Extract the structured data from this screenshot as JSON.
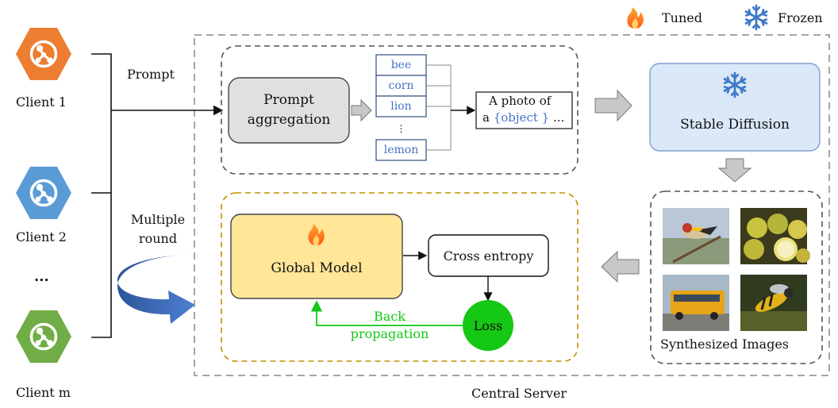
{
  "legend": {
    "tuned_label": "Tuned",
    "frozen_label": "Frozen"
  },
  "clients": [
    {
      "label": "Client 1",
      "color": "#ed7d31"
    },
    {
      "label": "Client 2",
      "color": "#5b9bd5"
    },
    {
      "label": "Client m",
      "color": "#70ad47"
    }
  ],
  "clients_ellipsis": "...",
  "prompt_label": "Prompt",
  "multiple_round_line1": "Multiple",
  "multiple_round_line2": "round",
  "central_server_label": "Central Server",
  "prompt_aggregation_line1": "Prompt",
  "prompt_aggregation_line2": "aggregation",
  "keywords": [
    "bee",
    "corn",
    "lion",
    "lemon"
  ],
  "keywords_ellipsis": "⋮",
  "template_line1": "A photo of",
  "template_line2_prefix": "a",
  "template_placeholder": "{object }",
  "template_suffix": "...",
  "stable_diffusion_label": "Stable Diffusion",
  "synthesized_images_label": "Synthesized Images",
  "global_model_label": "Global Model",
  "cross_entropy_label": "Cross entropy",
  "loss_label": "Loss",
  "back_propagation_line1": "Back",
  "back_propagation_line2": "propagation",
  "colors": {
    "accent_blue": "#4472c4",
    "green": "#14c814",
    "orange": "#ed7d31",
    "gold_border": "#bf9000",
    "global_model_fill": "#ffe699",
    "stable_diffusion_fill": "#dae8f8"
  }
}
